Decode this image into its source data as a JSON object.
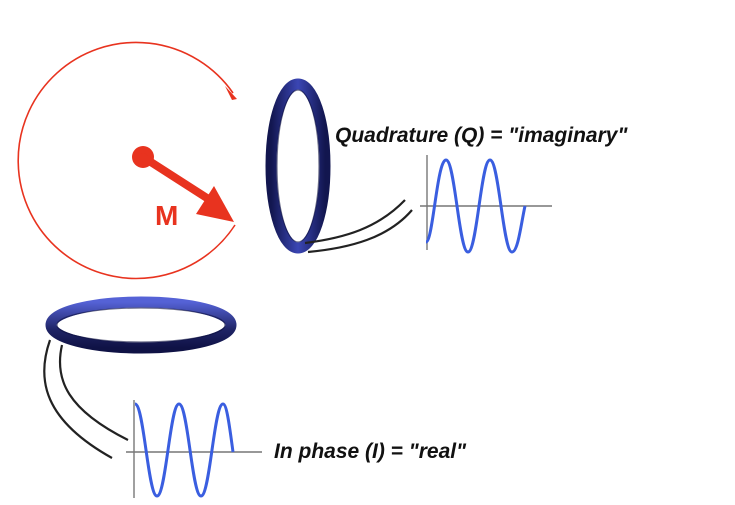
{
  "labels": {
    "quadrature": "Quadrature (Q) = \"imaginary\"",
    "in_phase": "In phase (I) = \"real\"",
    "magnetization": "M"
  },
  "colors": {
    "magnetization": "#e8331f",
    "precession_path": "#e8331f",
    "coil": "#1f2466",
    "coil_highlight": "#4a56c8",
    "waveform": "#3a5ee0",
    "axes": "#777777",
    "lead_wire": "#222222"
  },
  "icons": {
    "quadrature_coil": "vertical-ring-coil",
    "in_phase_coil": "horizontal-ring-coil",
    "magnetization_vector": "arrow"
  }
}
